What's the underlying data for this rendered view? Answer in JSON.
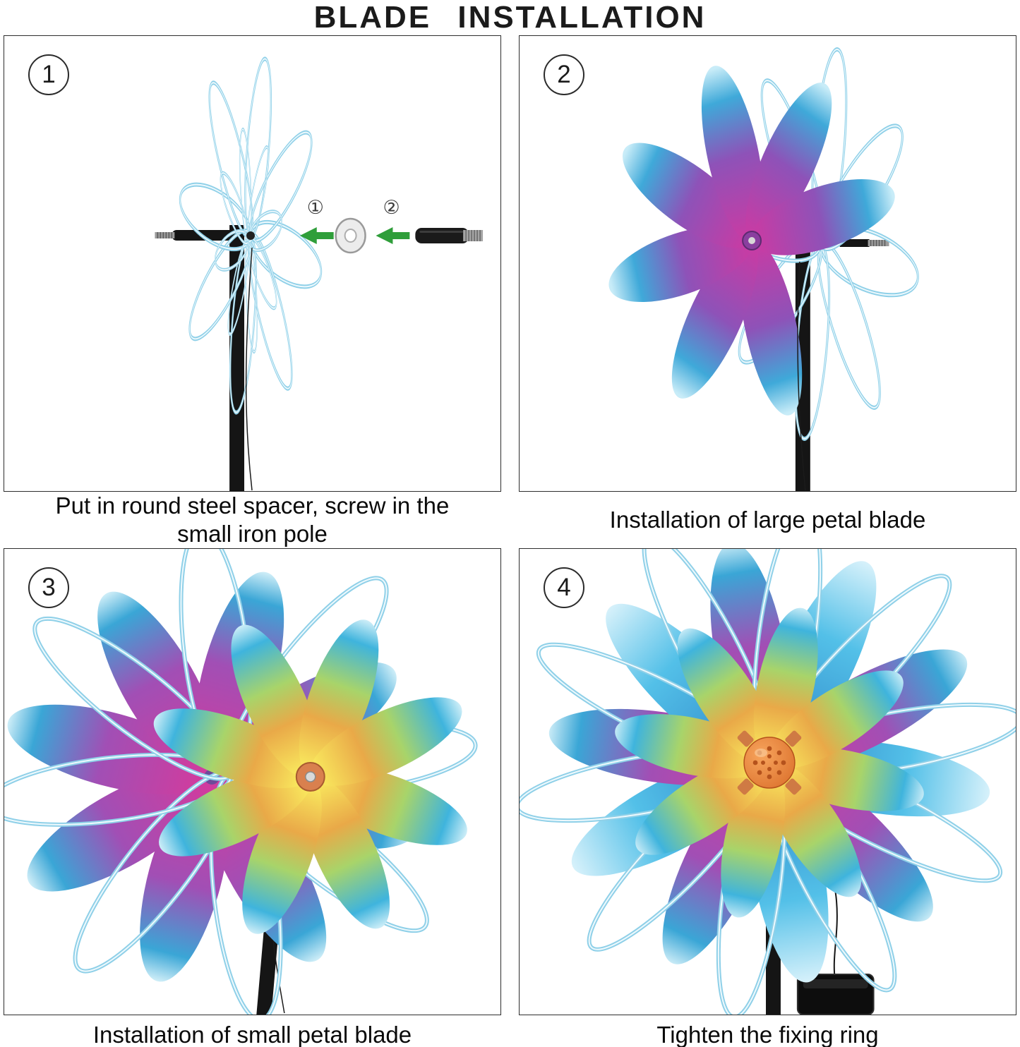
{
  "title": "BLADE  INSTALLATION",
  "steps": [
    {
      "number": "1",
      "caption_lines": [
        "Put in round steel spacer, screw in the",
        "small iron pole"
      ]
    },
    {
      "number": "2",
      "caption_lines": [
        "Installation of large petal blade"
      ]
    },
    {
      "number": "3",
      "caption_lines": [
        "Installation of small petal blade"
      ]
    },
    {
      "number": "4",
      "caption_lines": [
        "Tighten the fixing ring"
      ]
    }
  ],
  "step1_annotations": {
    "spacer_label": "①",
    "small_pole_label": "②"
  },
  "palette": {
    "arrow_green": "#2f9e3a",
    "wire_blue": "#8fd0e8",
    "pole_black": "#151515",
    "petal_magenta": "#c43da5",
    "petal_purple": "#8e52b8",
    "petal_blue": "#3fa9d9",
    "petal_yellow": "#f8e45c",
    "hub_copper": "#d9804e",
    "fixing_ring_orange": "#e8832f"
  }
}
